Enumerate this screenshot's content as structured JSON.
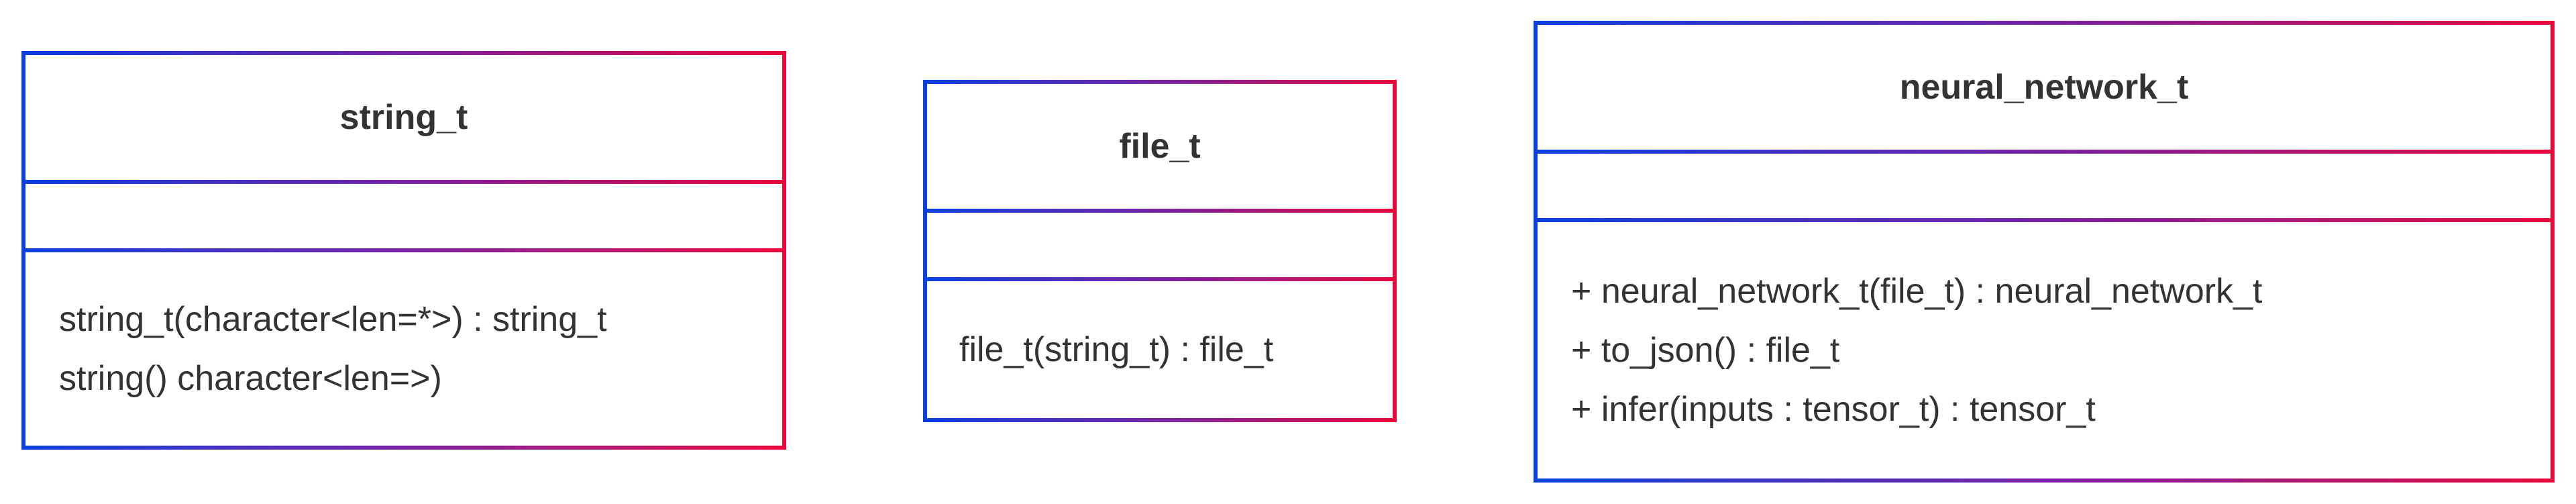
{
  "colors": {
    "border_start": "#0a3fe0",
    "border_mid": "#7a23a8",
    "border_end": "#e8083c",
    "text": "#333333",
    "background": "#ffffff"
  },
  "classes": [
    {
      "name": "string_t",
      "attributes": [],
      "operations": [
        "string_t(character<len=*>) : string_t",
        "string() character<len=>)"
      ]
    },
    {
      "name": "file_t",
      "attributes": [],
      "operations": [
        "file_t(string_t) : file_t"
      ]
    },
    {
      "name": "neural_network_t",
      "attributes": [],
      "operations": [
        "+ neural_network_t(file_t) : neural_network_t",
        "+ to_json() : file_t",
        "+ infer(inputs : tensor_t) : tensor_t"
      ]
    }
  ]
}
